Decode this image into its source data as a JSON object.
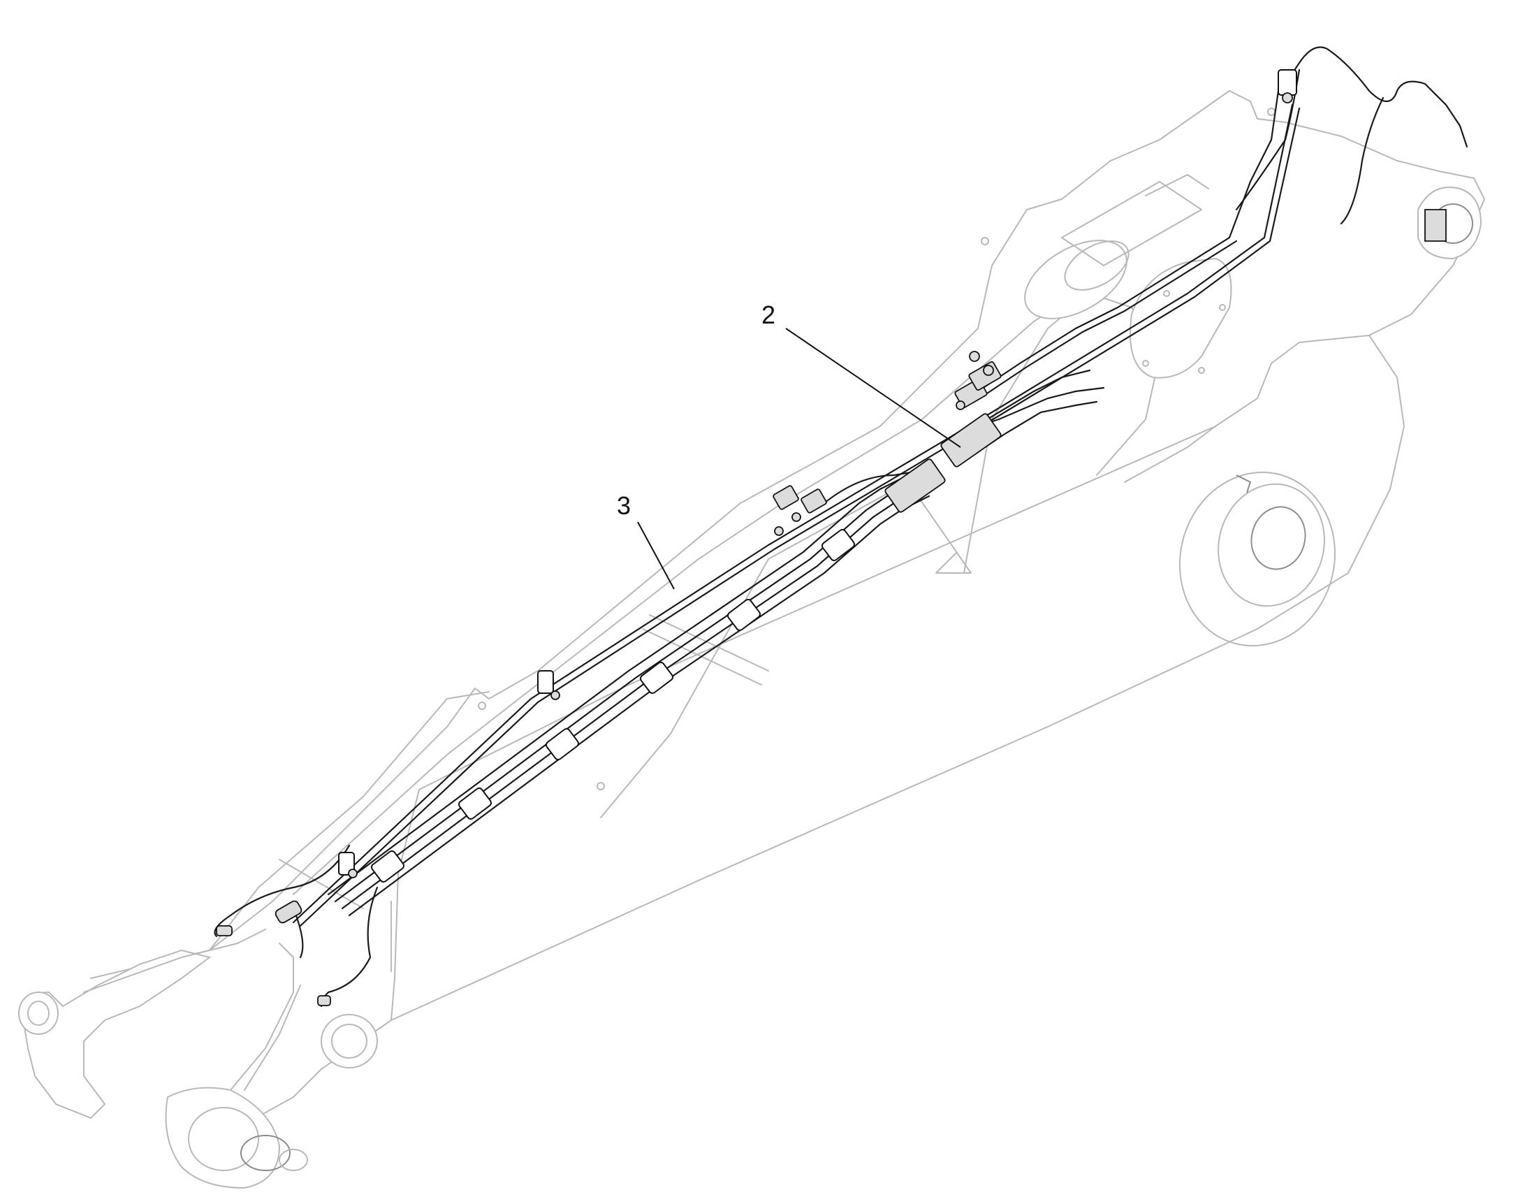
{
  "callouts": [
    {
      "id": "2",
      "label": "2"
    },
    {
      "id": "3",
      "label": "3"
    }
  ]
}
